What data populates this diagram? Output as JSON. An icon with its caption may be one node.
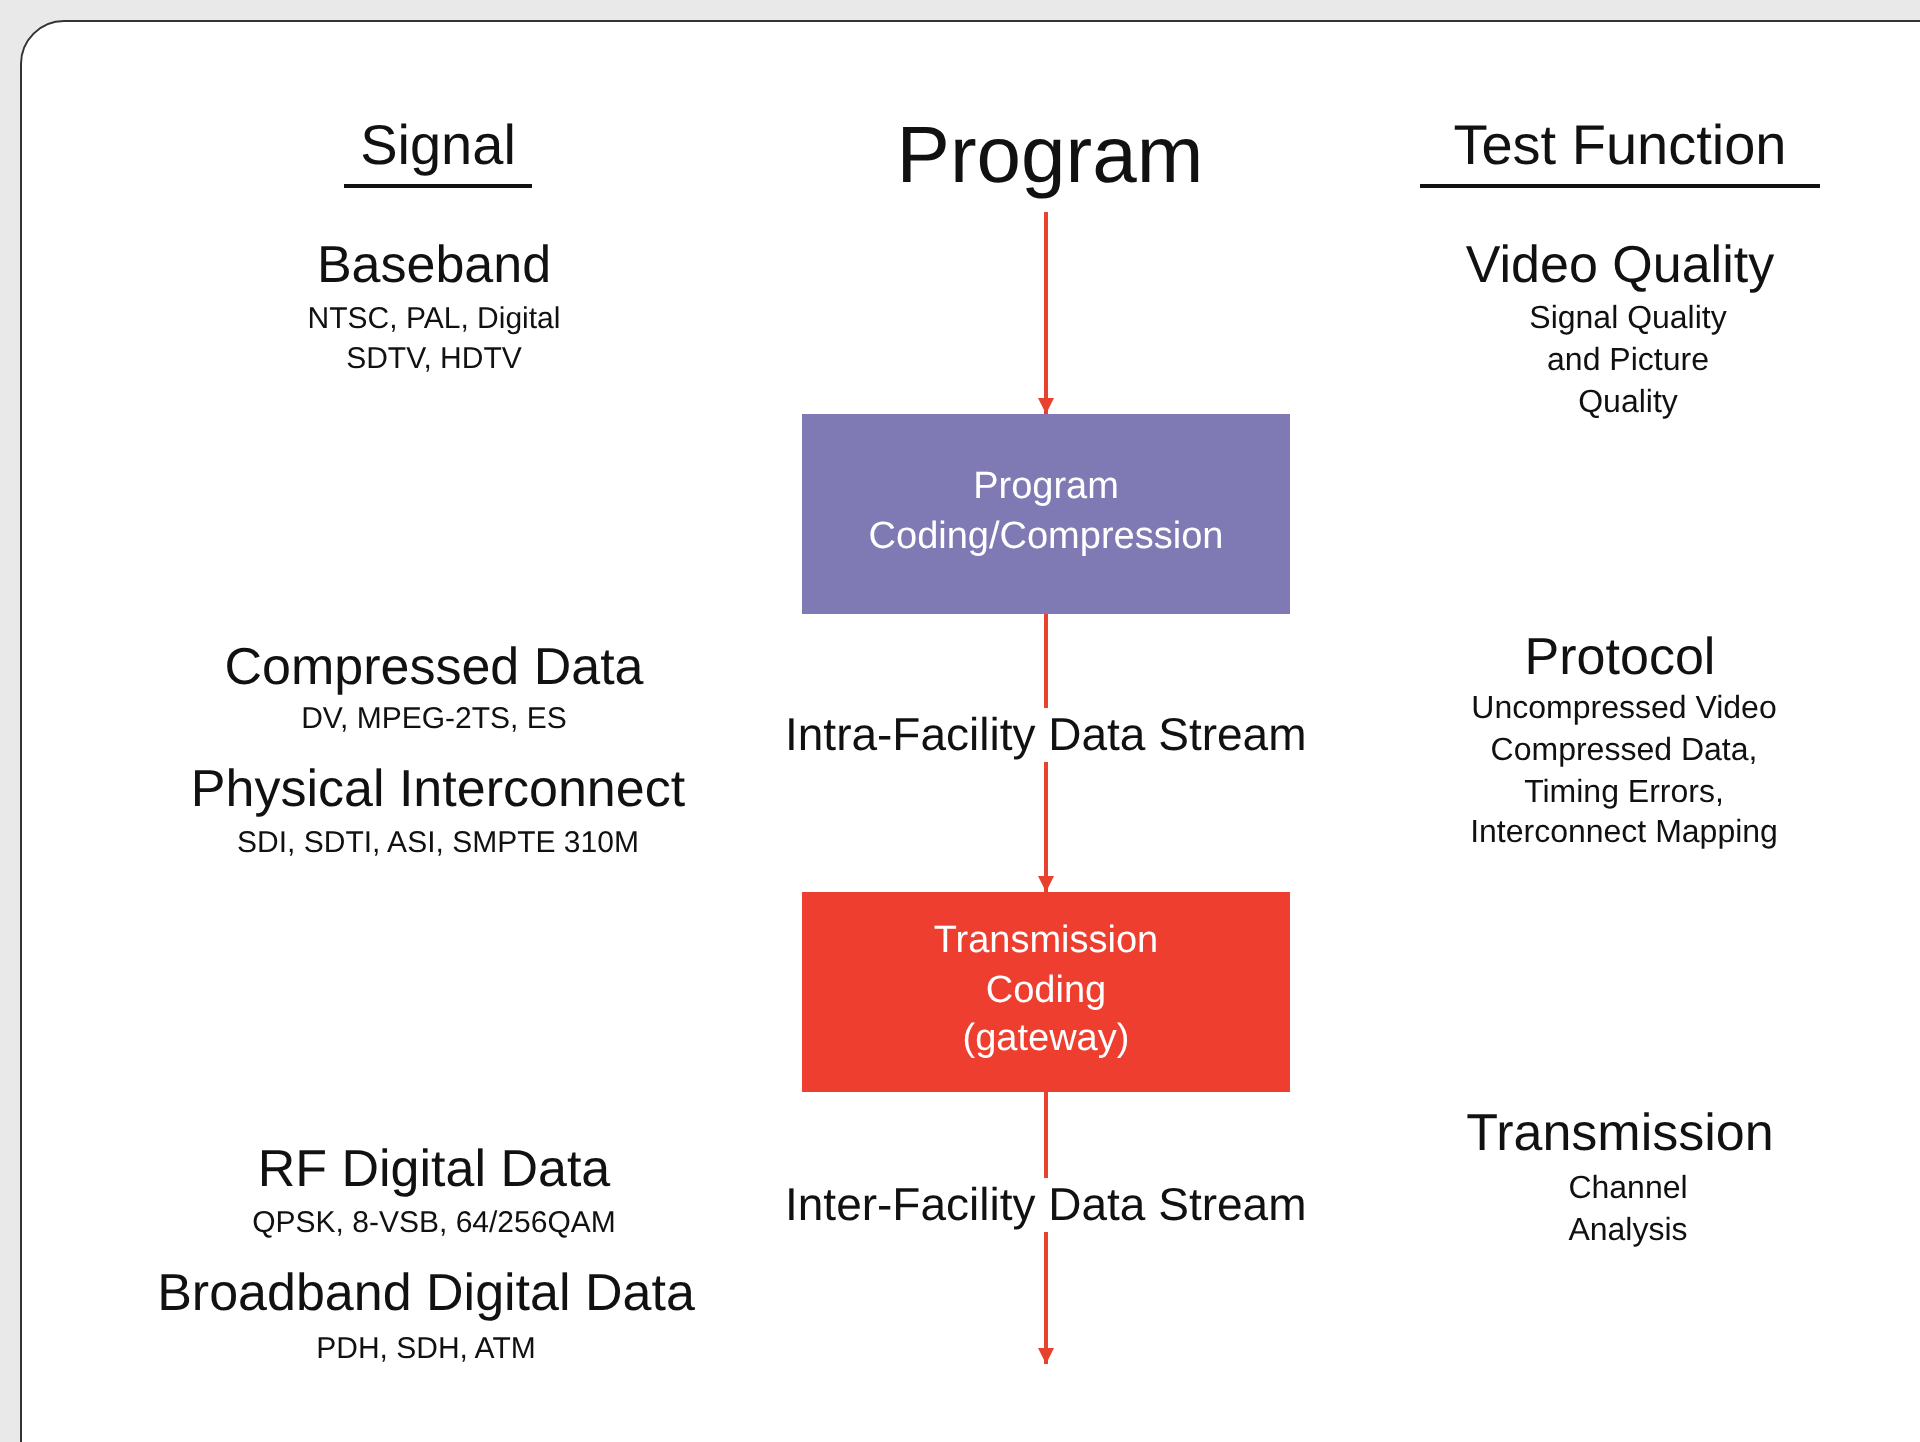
{
  "diagram": {
    "nodes": [
      {
        "text": [
          "Program"
        ]
      },
      {
        "text": [
          "Program Coding/Compression"
        ]
      },
      {
        "text": [
          "Transmission Coding (gateway)"
        ]
      }
    ],
    "edges": [
      {
        "from": 0,
        "to": 1,
        "arrow": "to"
      },
      {
        "from": 1,
        "to": 2,
        "arrow": "to",
        "label": "Intra-Facility Data Stream"
      },
      {
        "from": 2,
        "to": null,
        "arrow": "to",
        "label": "Inter-Facility Data Stream"
      }
    ],
    "labels": [
      "Signal",
      "Test Function",
      "Baseband",
      "NTSC, PAL, Digital SDTV, HDTV",
      "Video Quality",
      "Signal Quality and Picture Quality",
      "Compressed Data",
      "DV, MPEG-2TS, ES",
      "Protocol",
      "Uncompressed Video Compressed Data, Timing Errors, Interconnect Mapping",
      "Physical Interconnect",
      "SDI, SDTI, ASI, SMPTE 310M",
      "RF Digital Data",
      "QPSK, 8-VSB, 64/256QAM",
      "Transmission",
      "Channel Analysis",
      "Broadband Digital Data",
      "PDH, SDH, ATM"
    ]
  }
}
